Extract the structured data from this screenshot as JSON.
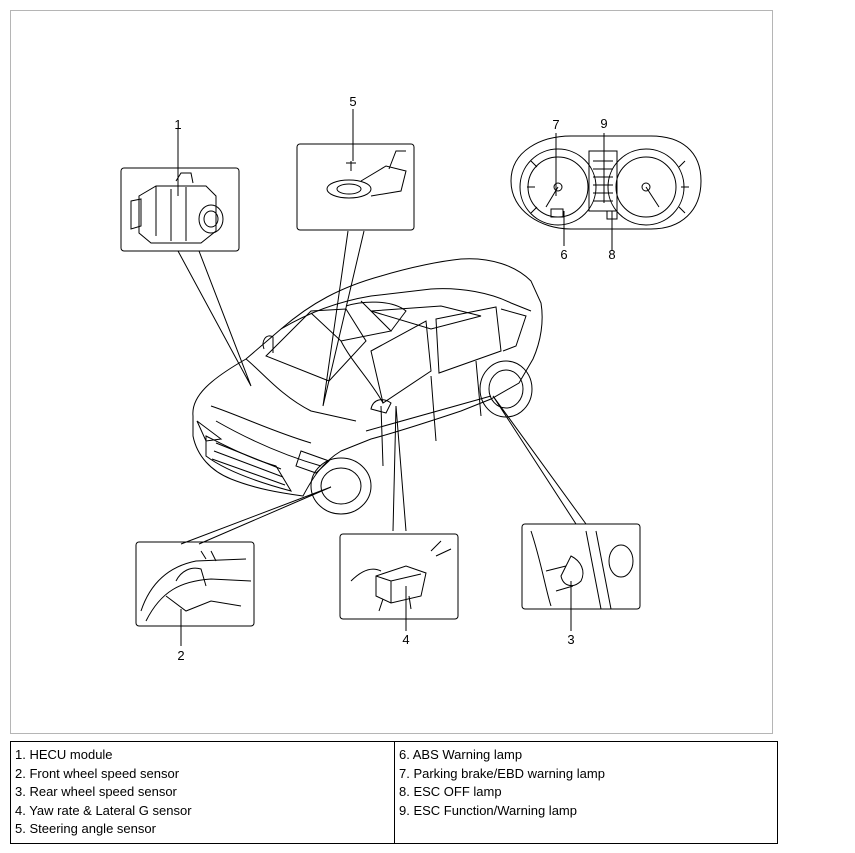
{
  "figure": {
    "callouts": [
      "1",
      "2",
      "3",
      "4",
      "5",
      "6",
      "7",
      "8",
      "9"
    ]
  },
  "legend": {
    "left": [
      "1. HECU module",
      "2. Front wheel speed sensor",
      "3. Rear wheel speed sensor",
      "4. Yaw rate & Lateral G sensor",
      "5. Steering angle sensor"
    ],
    "right": [
      "6. ABS Warning lamp",
      "7. Parking brake/EBD warning lamp",
      "8. ESC OFF lamp",
      "9. ESC Function/Warning lamp"
    ]
  }
}
